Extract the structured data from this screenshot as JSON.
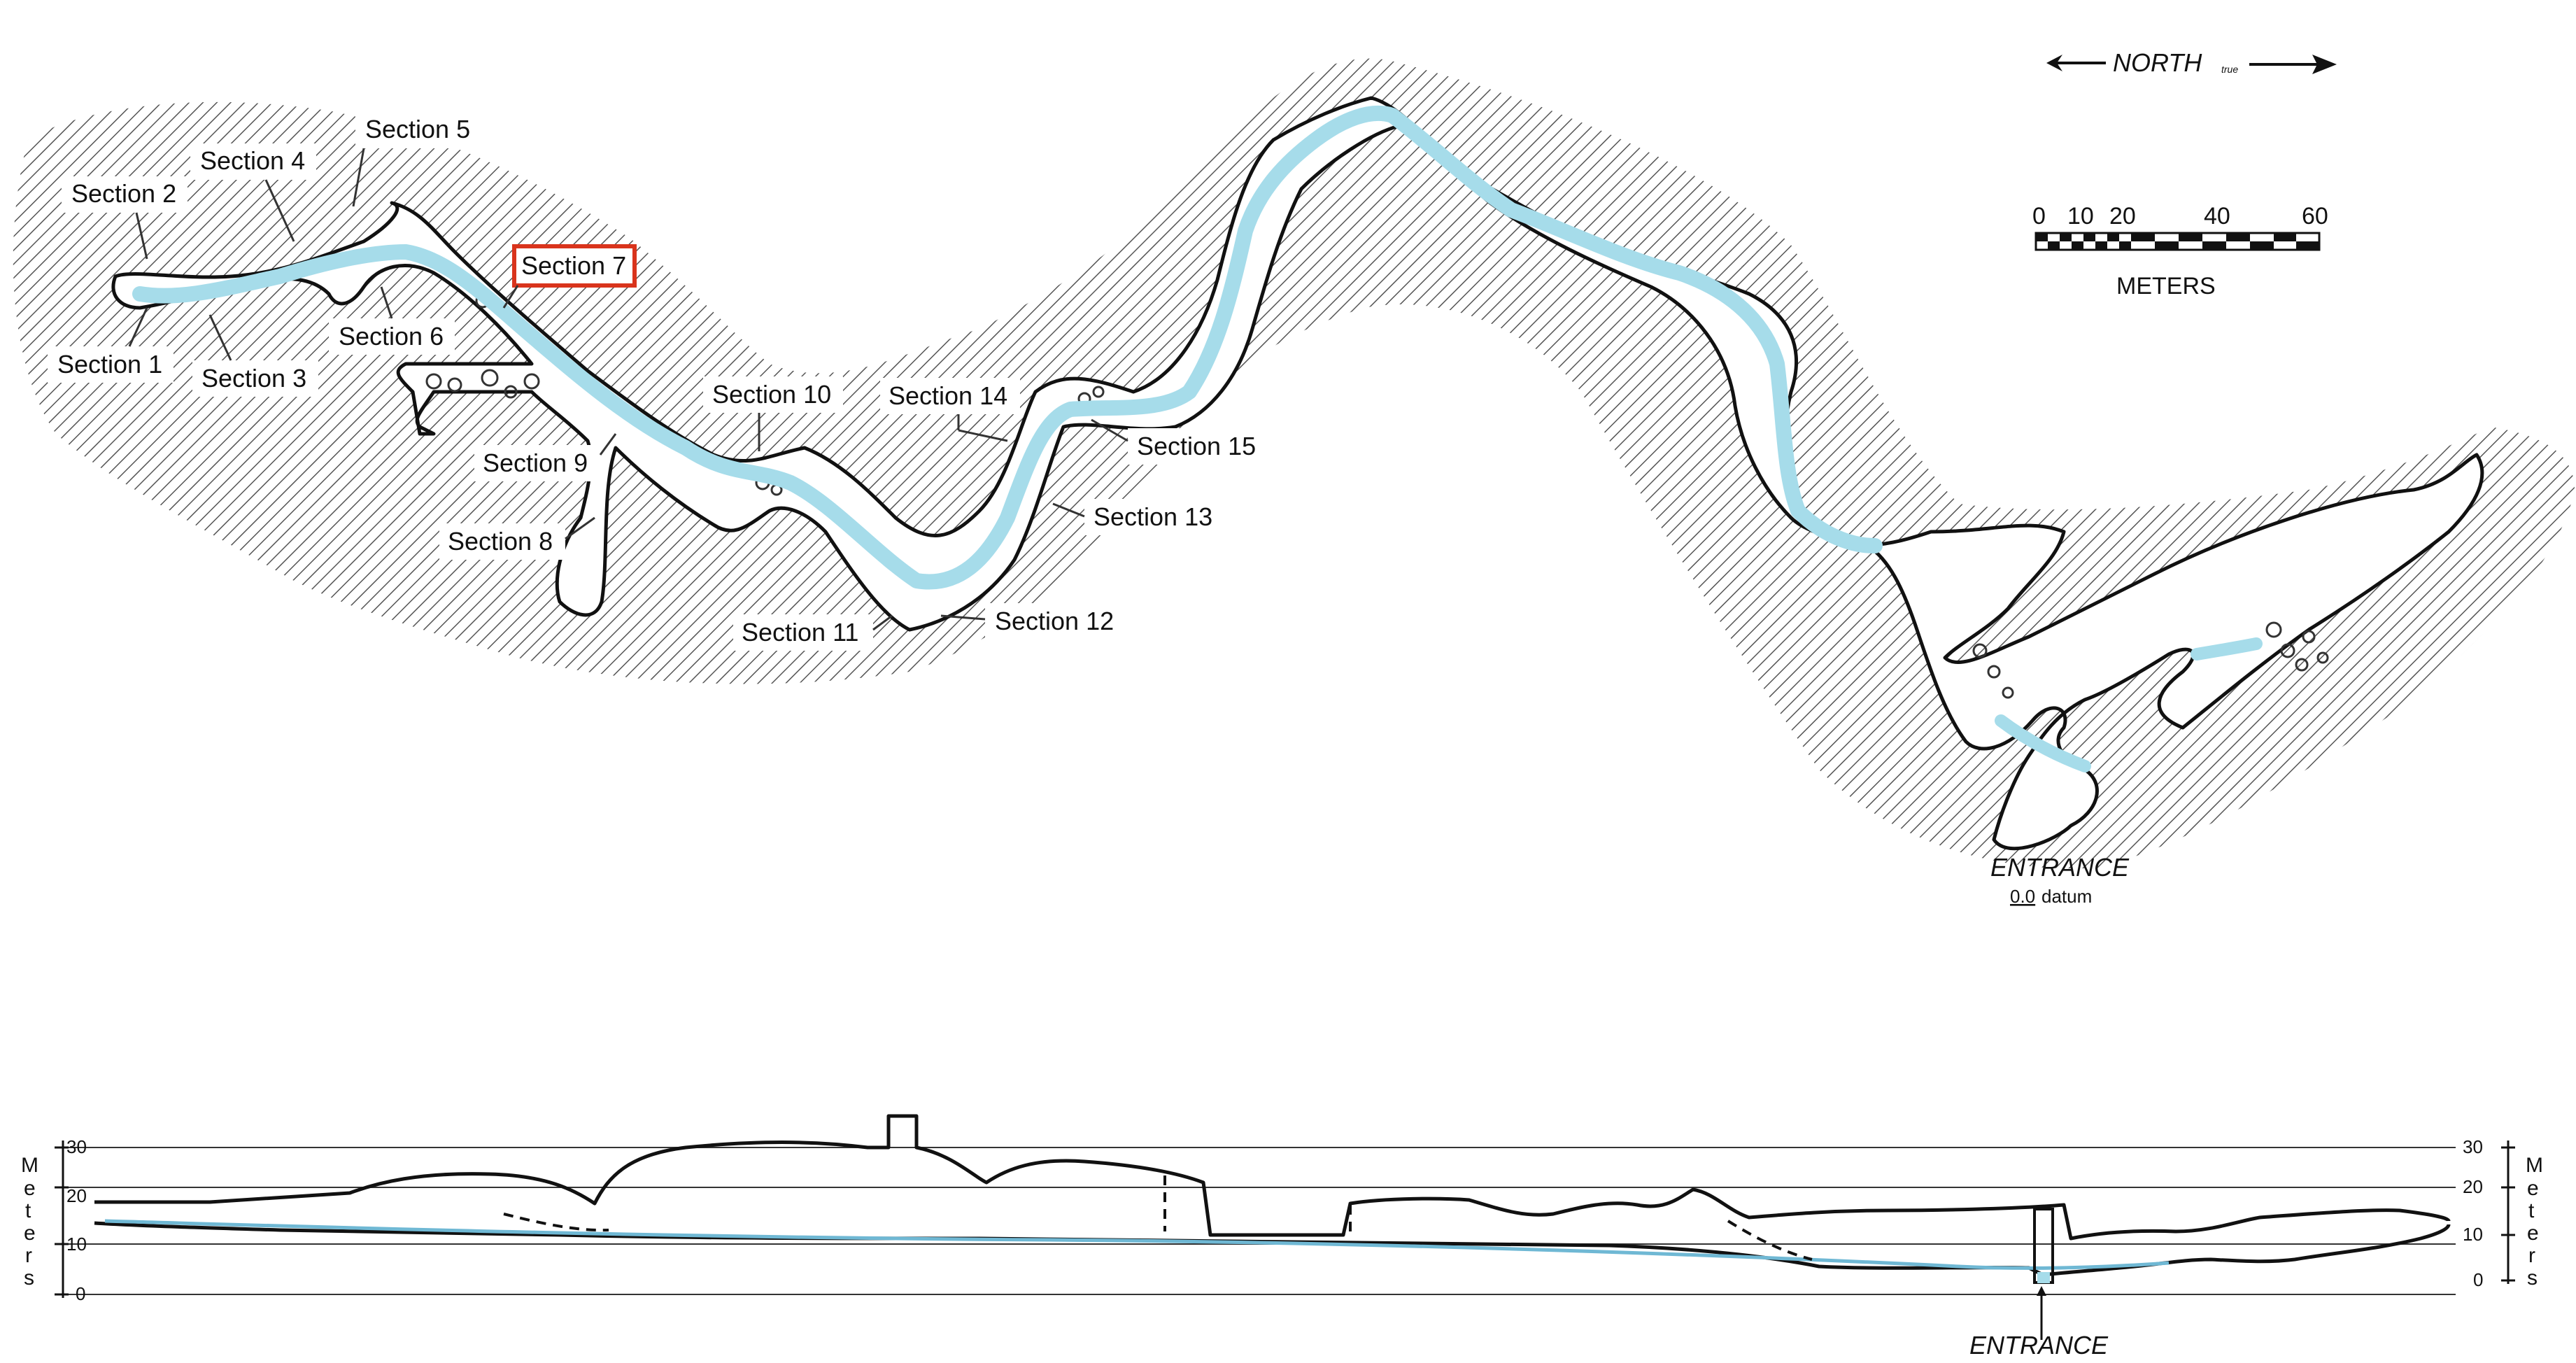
{
  "colors": {
    "hatch": "#555555",
    "passage_outline": "#111111",
    "water": "#a6dcea",
    "highlight_box": "#d9341c"
  },
  "north_arrow": {
    "label": "NORTH",
    "sub": "true"
  },
  "scale_bar": {
    "ticks": [
      "0",
      "10",
      "20",
      "40",
      "60"
    ],
    "unit": "METERS"
  },
  "plan": {
    "entrance_label": "ENTRANCE",
    "datum_value": "0.0",
    "datum_word": "datum",
    "sections": [
      {
        "id": "s1",
        "label": "Section 1",
        "highlighted": false
      },
      {
        "id": "s2",
        "label": "Section 2",
        "highlighted": false
      },
      {
        "id": "s3",
        "label": "Section 3",
        "highlighted": false
      },
      {
        "id": "s4",
        "label": "Section 4",
        "highlighted": false
      },
      {
        "id": "s5",
        "label": "Section 5",
        "highlighted": false
      },
      {
        "id": "s6",
        "label": "Section 6",
        "highlighted": false
      },
      {
        "id": "s7",
        "label": "Section 7",
        "highlighted": true
      },
      {
        "id": "s8",
        "label": "Section 8",
        "highlighted": false
      },
      {
        "id": "s9",
        "label": "Section 9",
        "highlighted": false
      },
      {
        "id": "s10",
        "label": "Section 10",
        "highlighted": false
      },
      {
        "id": "s11",
        "label": "Section 11",
        "highlighted": false
      },
      {
        "id": "s12",
        "label": "Section 12",
        "highlighted": false
      },
      {
        "id": "s13",
        "label": "Section 13",
        "highlighted": false
      },
      {
        "id": "s14",
        "label": "Section 14",
        "highlighted": false
      },
      {
        "id": "s15",
        "label": "Section 15",
        "highlighted": false
      }
    ]
  },
  "profile": {
    "axis_ticks": [
      "30",
      "20",
      "10",
      "0"
    ],
    "unit_letters": [
      "M",
      "e",
      "t",
      "e",
      "r",
      "s"
    ],
    "entrance_label": "ENTRANCE"
  }
}
